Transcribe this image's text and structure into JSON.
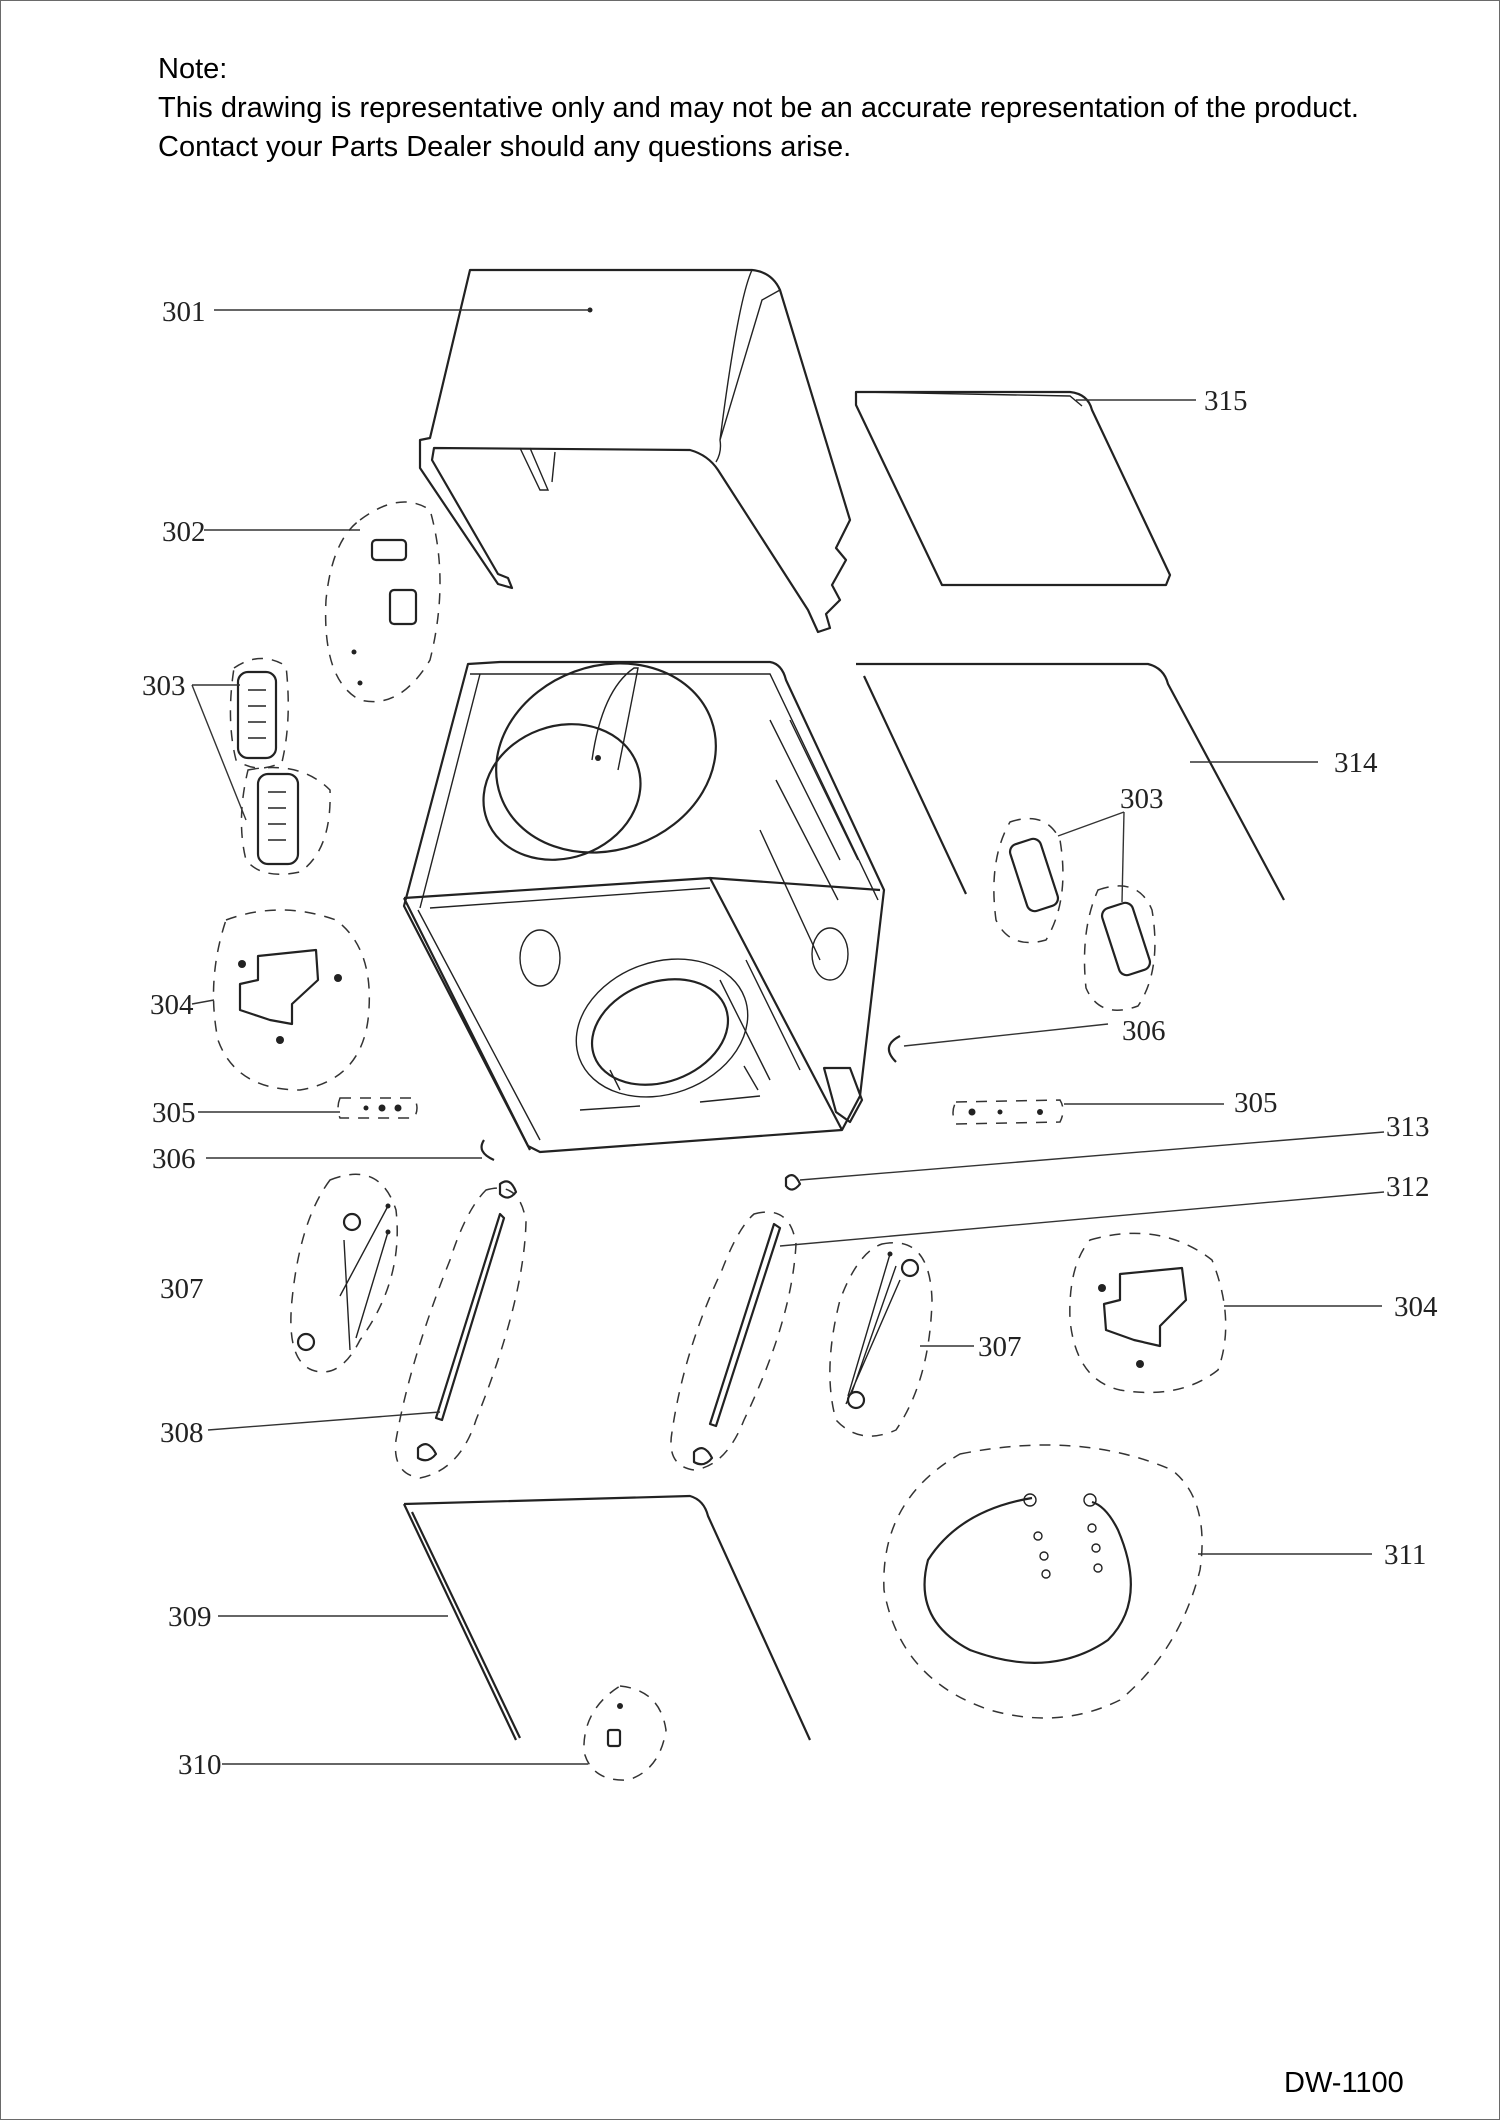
{
  "note": {
    "heading": "Note:",
    "line1": "This drawing is representative only and may not be an accurate representation of the product.",
    "line2": "Contact your Parts Dealer should any questions arise."
  },
  "model": "DW-1100",
  "callouts": {
    "c301": "301",
    "c302": "302",
    "c303_left": "303",
    "c303_right": "303",
    "c304_left": "304",
    "c304_right": "304",
    "c305_left": "305",
    "c305_right": "305",
    "c306_left": "306",
    "c306_right": "306",
    "c307_left": "307",
    "c307_right": "307",
    "c308": "308",
    "c309": "309",
    "c310": "310",
    "c311": "311",
    "c312": "312",
    "c313": "313",
    "c314": "314",
    "c315": "315"
  }
}
